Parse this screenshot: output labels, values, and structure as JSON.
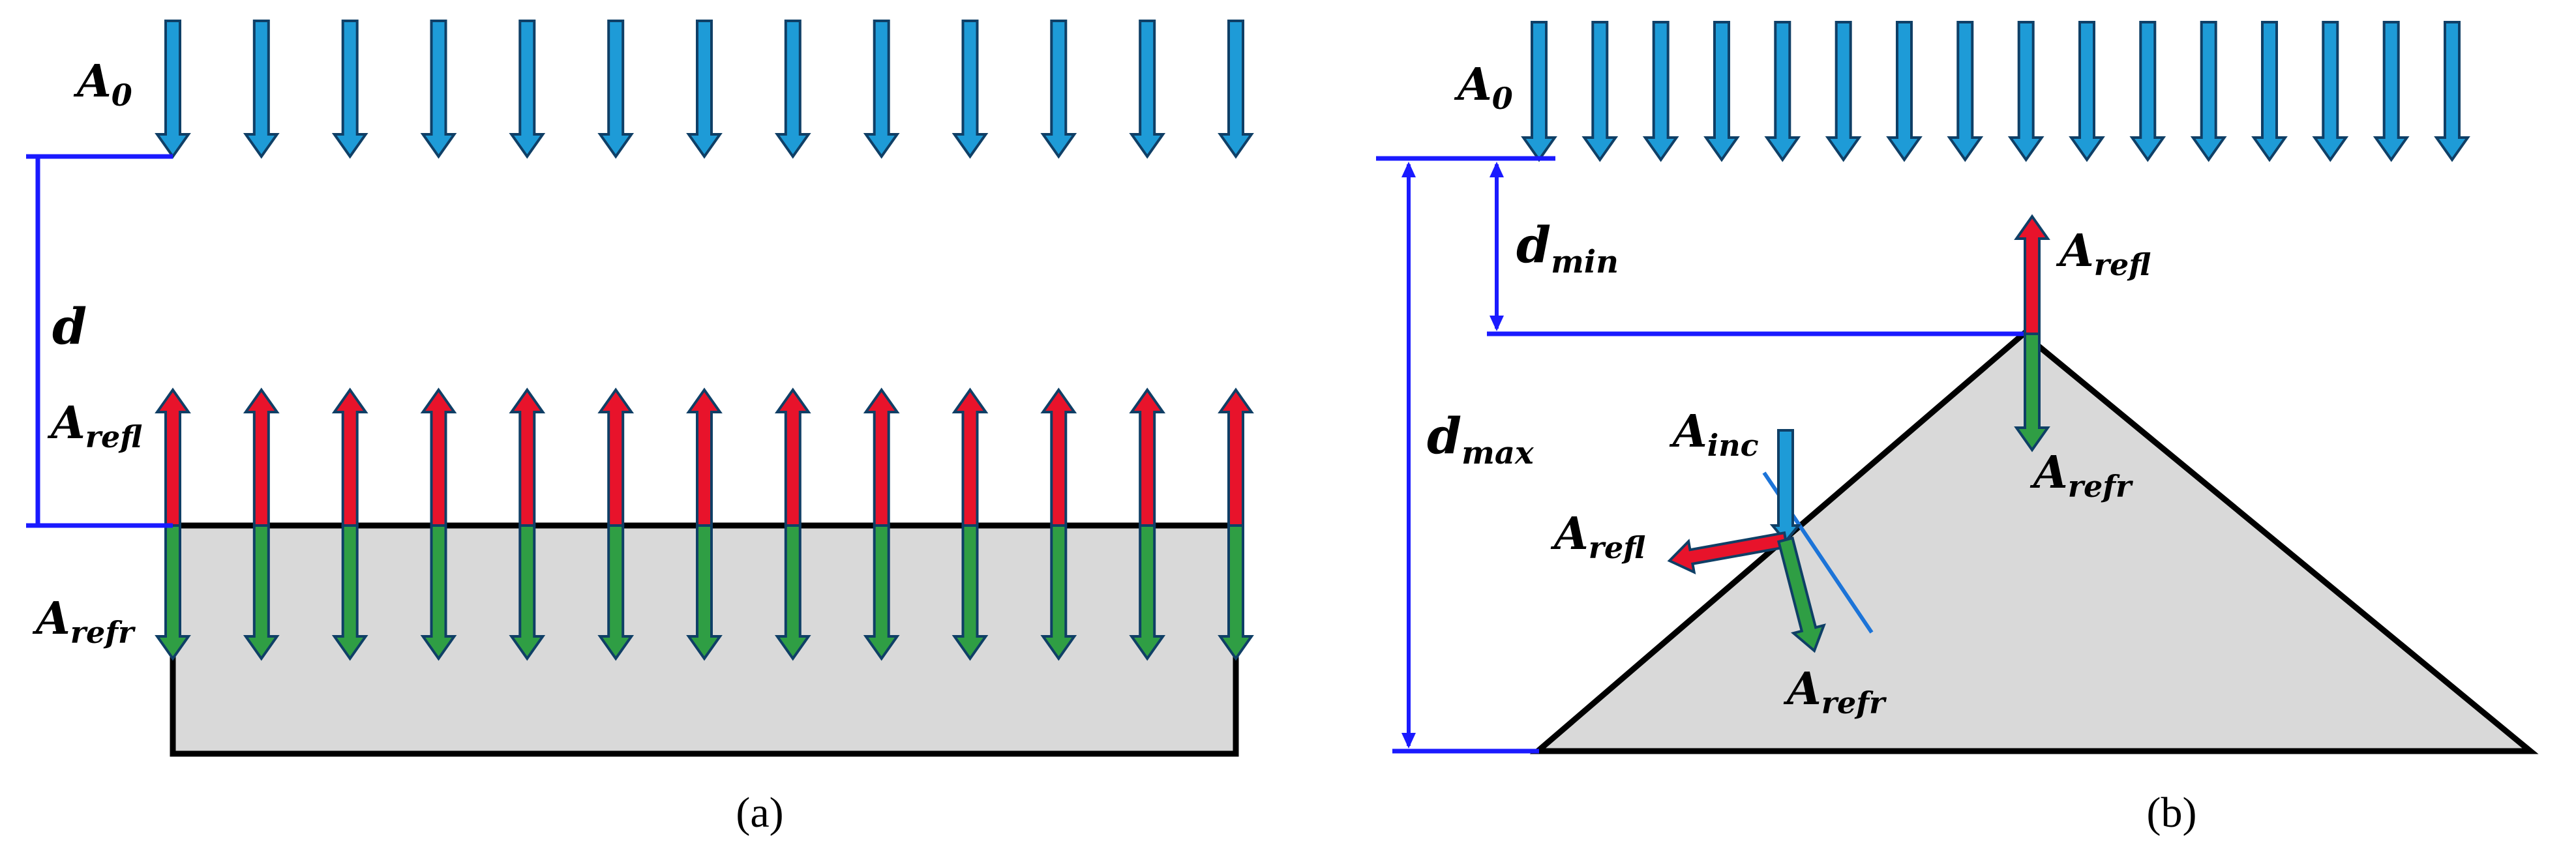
{
  "colors": {
    "incident_arrow": "#1e9bd7",
    "incident_outline": "#0f3f66",
    "reflected_arrow": "#e8132b",
    "refracted_arrow": "#2f9e44",
    "dimension_line": "#1a1aff",
    "surface_fill": "#d9d9d9",
    "surface_outline": "#000000",
    "normal_line": "#1c74d8"
  },
  "panel_a": {
    "caption": "(a)",
    "labels": {
      "incident": {
        "base": "A",
        "sub": "0"
      },
      "distance": {
        "base": "d",
        "sub": ""
      },
      "reflected": {
        "base": "A",
        "sub": "refl"
      },
      "refracted": {
        "base": "A",
        "sub": "refr"
      }
    },
    "incident_arrow_count": 13,
    "reflected_arrow_count": 13,
    "refracted_arrow_count": 13,
    "surface_shape": "flat block"
  },
  "panel_b": {
    "caption": "(b)",
    "labels": {
      "incident": {
        "base": "A",
        "sub": "0"
      },
      "min_distance": {
        "base": "d",
        "sub": "min"
      },
      "max_distance": {
        "base": "d",
        "sub": "max"
      },
      "apex_reflected": {
        "base": "A",
        "sub": "refl"
      },
      "apex_refracted": {
        "base": "A",
        "sub": "refr"
      },
      "slope_incident": {
        "base": "A",
        "sub": "inc"
      },
      "slope_reflected": {
        "base": "A",
        "sub": "refl"
      },
      "slope_refracted": {
        "base": "A",
        "sub": "refr"
      }
    },
    "incident_arrow_count": 16,
    "surface_shape": "triangular ridge"
  }
}
